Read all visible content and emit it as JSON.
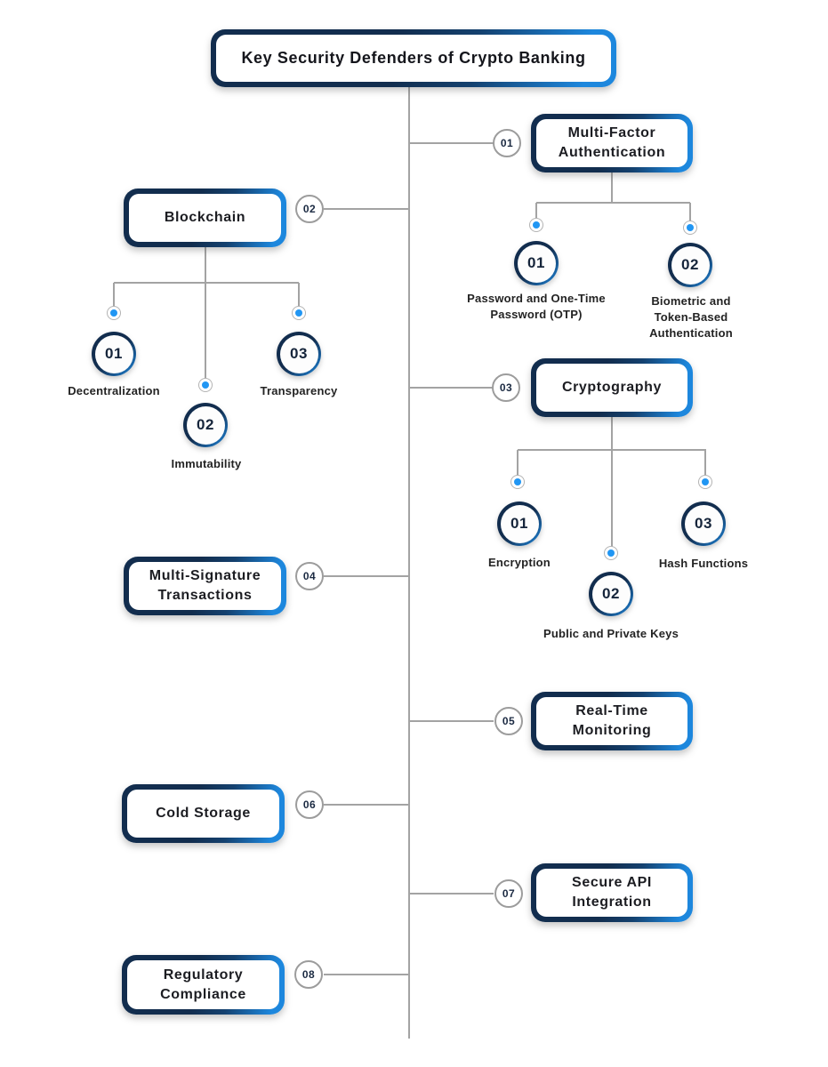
{
  "title": "Key Security Defenders of Crypto Banking",
  "colors": {
    "navy": "#122d4e",
    "blue": "#1d87dd",
    "dot_blue": "#2196f3",
    "line_gray": "#a3a3a3"
  },
  "branches": [
    {
      "num": "01",
      "label": "Multi-Factor Authentication",
      "children": [
        {
          "num": "01",
          "label": "Password and One-Time Password (OTP)"
        },
        {
          "num": "02",
          "label": "Biometric and Token-Based Authentication"
        }
      ]
    },
    {
      "num": "02",
      "label": "Blockchain",
      "children": [
        {
          "num": "01",
          "label": "Decentralization"
        },
        {
          "num": "02",
          "label": "Immutability"
        },
        {
          "num": "03",
          "label": "Transparency"
        }
      ]
    },
    {
      "num": "03",
      "label": "Cryptography",
      "children": [
        {
          "num": "01",
          "label": "Encryption"
        },
        {
          "num": "02",
          "label": "Public and Private Keys"
        },
        {
          "num": "03",
          "label": "Hash Functions"
        }
      ]
    },
    {
      "num": "04",
      "label": "Multi-Signature Transactions",
      "children": []
    },
    {
      "num": "05",
      "label": "Real-Time Monitoring",
      "children": []
    },
    {
      "num": "06",
      "label": "Cold Storage",
      "children": []
    },
    {
      "num": "07",
      "label": "Secure API Integration",
      "children": []
    },
    {
      "num": "08",
      "label": "Regulatory Compliance",
      "children": []
    }
  ]
}
